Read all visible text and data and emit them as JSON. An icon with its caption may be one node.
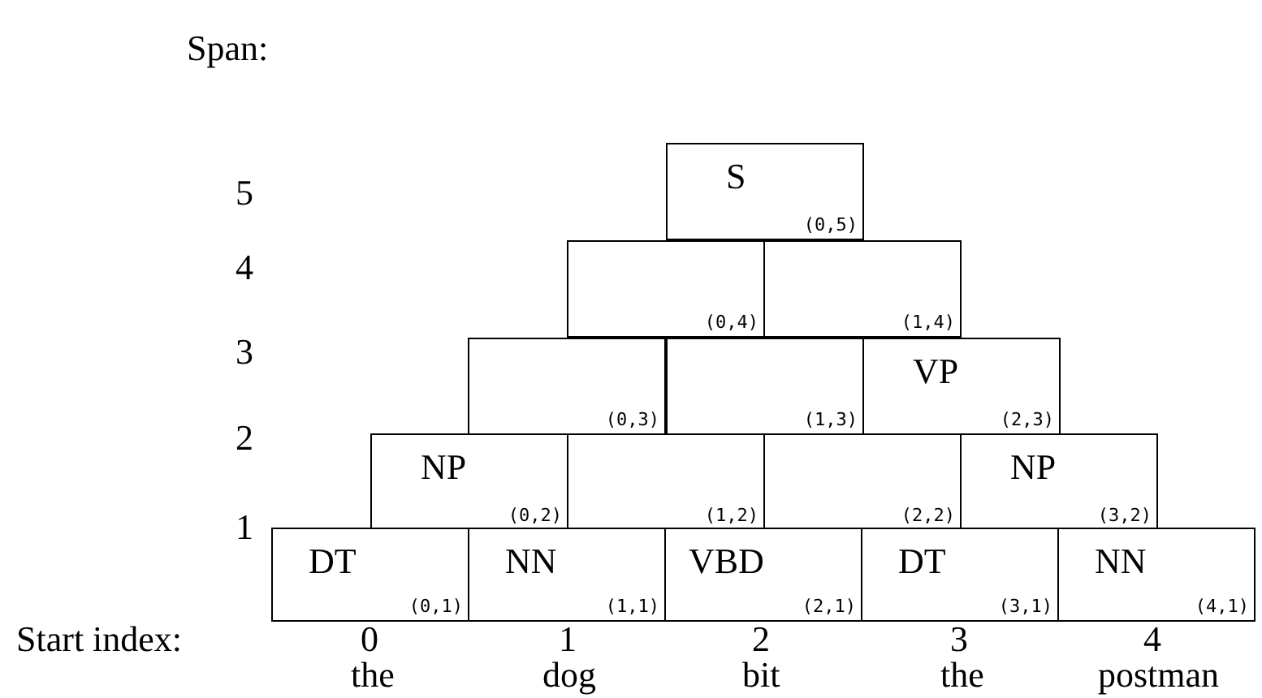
{
  "diagram": {
    "nodes": [
      {
        "text": [
          "S",
          "(0,5)"
        ]
      },
      {
        "text": [
          "(0,4)"
        ]
      },
      {
        "text": [
          "(1,4)"
        ]
      },
      {
        "text": [
          "(0,3)"
        ]
      },
      {
        "text": [
          "(1,3)"
        ]
      },
      {
        "text": [
          "VP",
          "(2,3)"
        ]
      },
      {
        "text": [
          "NP",
          "(0,2)"
        ]
      },
      {
        "text": [
          "(1,2)"
        ]
      },
      {
        "text": [
          "(2,2)"
        ]
      },
      {
        "text": [
          "NP",
          "(3,2)"
        ]
      },
      {
        "text": [
          "DT",
          "(0,1)"
        ]
      },
      {
        "text": [
          "NN",
          "(1,1)"
        ]
      },
      {
        "text": [
          "VBD",
          "(2,1)"
        ]
      },
      {
        "text": [
          "DT",
          "(3,1)"
        ]
      },
      {
        "text": [
          "NN",
          "(4,1)"
        ]
      }
    ],
    "labels": [
      "Span:",
      "5",
      "4",
      "3",
      "2",
      "1",
      "Start index:",
      "0",
      "1",
      "2",
      "3",
      "4",
      "the",
      "dog",
      "bit",
      "the",
      "postman"
    ]
  }
}
